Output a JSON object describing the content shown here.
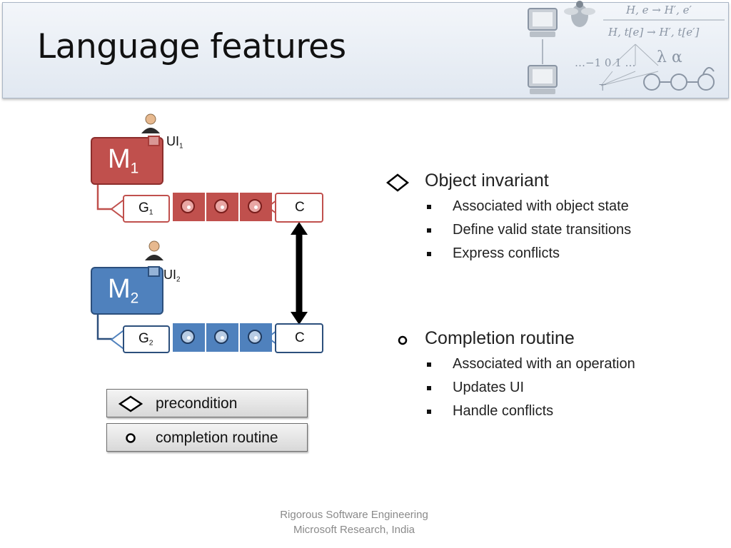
{
  "slide": {
    "title": "Language features",
    "footer_line1": "Rigorous Software Engineering",
    "footer_line2": "Microsoft Research, India"
  },
  "decoration": {
    "formula1": "H, e  → H′, e′",
    "formula2": "H, t[e]  → H′, t[e′]",
    "lattice": "…−1  0  1 …",
    "greek": "λ α",
    "bottom_symbol": "⊤"
  },
  "diagram": {
    "m1_label": "M",
    "m1_sub": "1",
    "m2_label": "M",
    "m2_sub": "2",
    "ui1_label": "UI",
    "ui1_sub": "1",
    "ui2_label": "UI",
    "ui2_sub": "2",
    "g1_label": "G",
    "g1_sub": "1",
    "g2_label": "G",
    "g2_sub": "2",
    "c1_label": "C",
    "c2_label": "C",
    "queue1_items": 3,
    "queue2_items": 3,
    "colors": {
      "red": "#c0504d",
      "blue": "#4f81bd"
    }
  },
  "legend": {
    "precondition": "precondition",
    "completion_routine": "completion routine"
  },
  "content": {
    "invariant_title": "Object invariant",
    "invariant_items": [
      "Associated with object state",
      "Define valid state transitions",
      "Express conflicts"
    ],
    "completion_title": "Completion routine",
    "completion_items": [
      "Associated with an operation",
      "Updates UI",
      "Handle conflicts"
    ]
  }
}
